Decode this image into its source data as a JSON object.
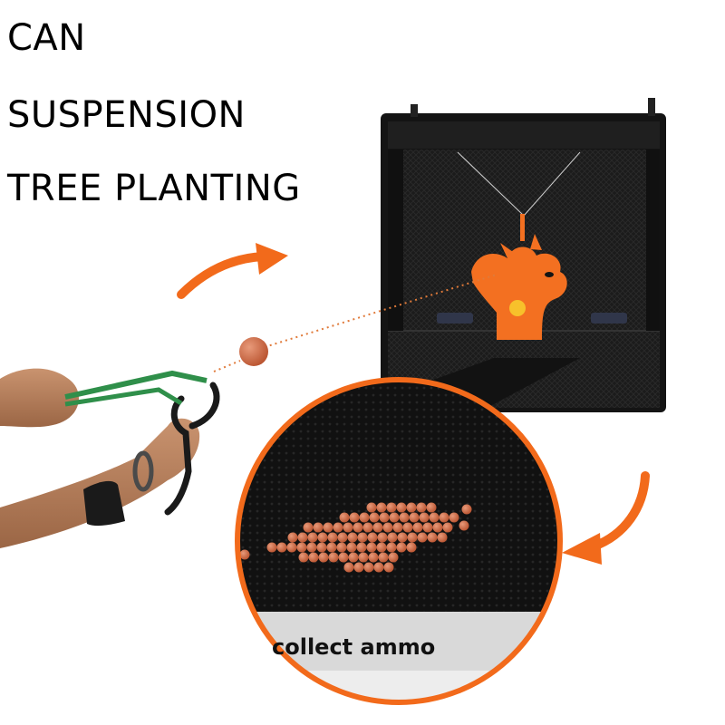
{
  "headline": {
    "line1": "CAN",
    "line2": "SUSPENSION",
    "line3": "TREE PLANTING"
  },
  "callout": {
    "caption": "collect ammo"
  },
  "colors": {
    "accent_orange": "#f26a1b",
    "target_orange": "#f37021",
    "bullseye_yellow": "#f7c12b",
    "net_black": "#161616",
    "ball": "#c65c3a",
    "band_green": "#2f8f4a"
  },
  "icons": [
    "arrow-curved-top",
    "arrow-curved-right",
    "rooster-target",
    "slingshot"
  ]
}
